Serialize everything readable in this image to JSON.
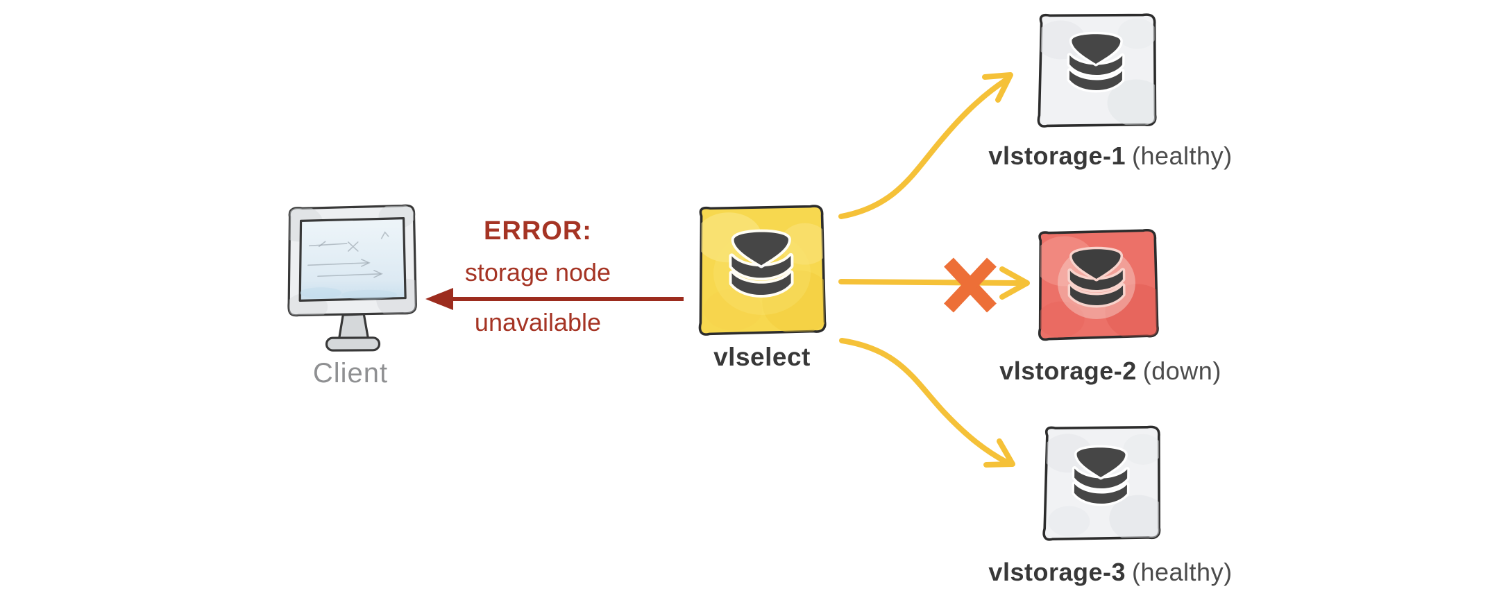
{
  "client": {
    "label": "Client"
  },
  "error": {
    "title": "ERROR:",
    "line1": "storage node",
    "line2": "unavailable"
  },
  "select_node": {
    "label": "vlselect"
  },
  "storage_nodes": [
    {
      "name": "vlstorage-1",
      "status": "(healthy)",
      "state": "healthy"
    },
    {
      "name": "vlstorage-2",
      "status": "(down)",
      "state": "down"
    },
    {
      "name": "vlstorage-3",
      "status": "(healthy)",
      "state": "healthy"
    }
  ],
  "icons": {
    "client": "monitor-icon",
    "select_node": "layers-stack-icon",
    "storage_node": "layers-stack-icon",
    "failure": "cross-x-icon",
    "request_arrows": "curved-arrow-icon",
    "error_arrow": "left-arrow-icon"
  },
  "colors": {
    "background": "#ffffff",
    "error_red": "#a53424",
    "arrow_red": "#9c2c1e",
    "arrow_yellow": "#f5c138",
    "cross_orange": "#ed6f37",
    "box_yellow": "#f7d84f",
    "box_red": "#ec7168",
    "box_gray": "#f1f2f4",
    "logo_dark": "#464646",
    "label_dark": "#383838",
    "label_muted": "#4b4b4b",
    "client_gray": "#8f9092"
  }
}
